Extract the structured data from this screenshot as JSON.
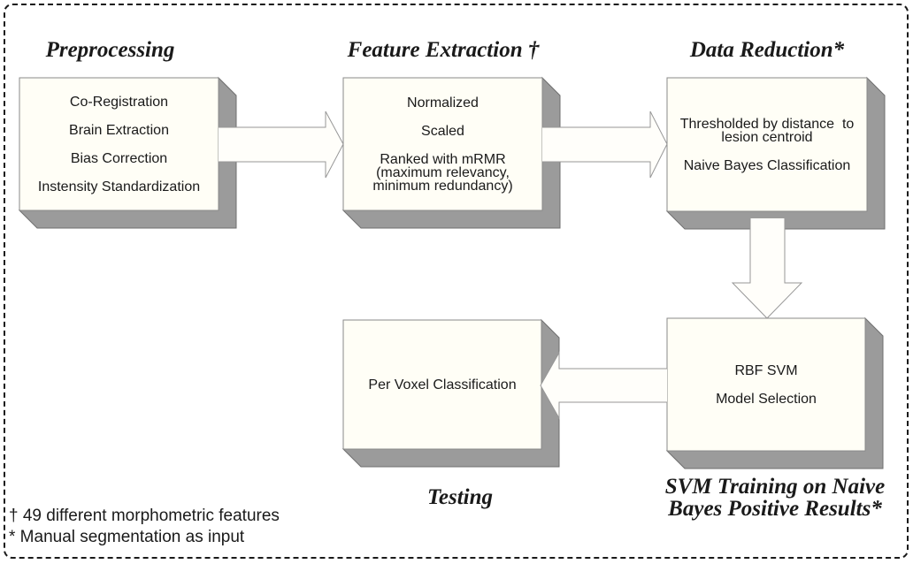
{
  "headings": {
    "preprocessing": "Preprocessing",
    "feature_extraction": "Feature Extraction †",
    "data_reduction": "Data Reduction*",
    "testing": "Testing",
    "svm_training": "SVM Training on Naive\nBayes Positive Results*"
  },
  "boxes": {
    "preprocessing": {
      "items": [
        "Co-Registration",
        "Brain Extraction",
        "Bias Correction",
        "Instensity Standardization"
      ]
    },
    "feature_extraction": {
      "items": [
        "Normalized",
        "Scaled",
        "Ranked with mRMR\n(maximum relevancy,\nminimum redundancy)"
      ]
    },
    "data_reduction": {
      "items": [
        "Thresholded by distance  to\nlesion centroid",
        "Naive Bayes Classification"
      ]
    },
    "svm_training": {
      "items": [
        "RBF SVM",
        "Model Selection"
      ]
    },
    "testing": {
      "items": [
        "Per Voxel Classification"
      ]
    }
  },
  "arrows": {
    "preprocessing_to_feature_extraction": "block-arrow-right",
    "feature_extraction_to_data_reduction": "block-arrow-right",
    "data_reduction_to_svm_training": "block-arrow-down",
    "svm_training_to_testing": "block-arrow-left"
  },
  "footnotes": {
    "dagger": "† 49 different morphometric features",
    "asterisk": "* Manual segmentation as input"
  },
  "colors": {
    "box_fill": "#fffef6",
    "box_border": "#8a8a8a",
    "shadow_fill": "#9b9b9b",
    "shadow_border": "#6f6f6f",
    "arrow_fill": "#fffefa",
    "arrow_border": "#979797",
    "text": "#1a1a1a",
    "frame": "#1a1a1a"
  }
}
